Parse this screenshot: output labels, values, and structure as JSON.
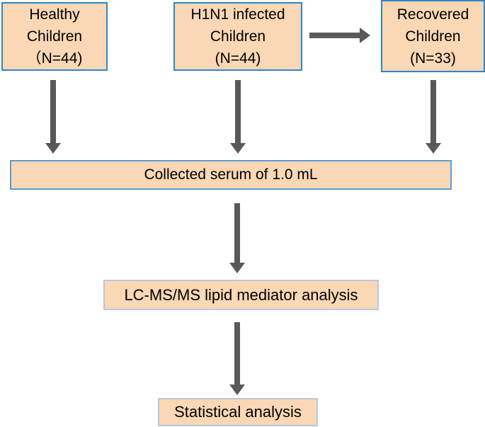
{
  "boxes": {
    "healthy": {
      "lines": [
        "Healthy",
        "Children",
        "（N=44)"
      ]
    },
    "h1n1": {
      "lines": [
        "H1N1 infected",
        "Children",
        "(N=44)"
      ]
    },
    "recovered": {
      "lines": [
        "Recovered",
        "Children",
        "(N=33)"
      ]
    },
    "serum": {
      "label": "Collected serum of 1.0 mL"
    },
    "lcms": {
      "label": "LC-MS/MS lipid mediator analysis"
    },
    "stat": {
      "label": "Statistical analysis"
    }
  },
  "colors": {
    "background": "#FFFFFF",
    "box_fill": "#FAD7B5",
    "box_border_strong": "#2E86C8",
    "box_border_medium": "#5B9BD5",
    "box_border_light": "#B7C9DC",
    "arrow": "#595959",
    "text": "#000000"
  }
}
